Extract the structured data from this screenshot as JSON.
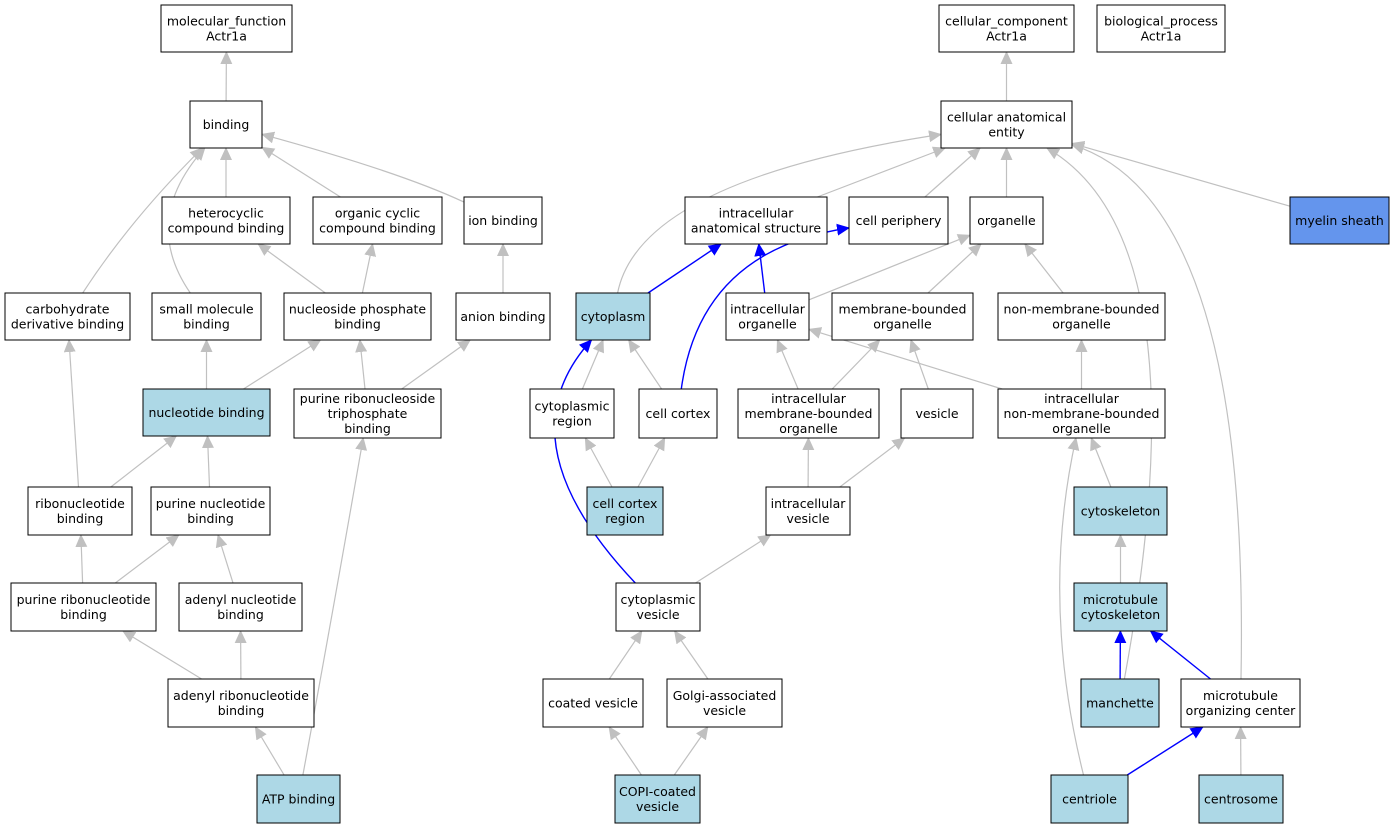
{
  "nodes": {
    "mf_root": {
      "lines": [
        "molecular_function",
        "Actr1a"
      ],
      "style": "plain"
    },
    "binding": {
      "lines": [
        "binding"
      ],
      "style": "plain"
    },
    "heterocyclic": {
      "lines": [
        "heterocyclic",
        "compound binding"
      ],
      "style": "plain"
    },
    "organic_cyclic": {
      "lines": [
        "organic cyclic",
        "compound binding"
      ],
      "style": "plain"
    },
    "ion_binding": {
      "lines": [
        "ion binding"
      ],
      "style": "plain"
    },
    "carb_deriv": {
      "lines": [
        "carbohydrate",
        "derivative binding"
      ],
      "style": "plain"
    },
    "small_mol": {
      "lines": [
        "small molecule",
        "binding"
      ],
      "style": "plain"
    },
    "nucleoside_phos": {
      "lines": [
        "nucleoside phosphate",
        "binding"
      ],
      "style": "plain"
    },
    "anion_binding": {
      "lines": [
        "anion binding"
      ],
      "style": "plain"
    },
    "nucleotide_binding": {
      "lines": [
        "nucleotide binding"
      ],
      "style": "light"
    },
    "purine_rnts": {
      "lines": [
        "purine ribonucleoside",
        "triphosphate",
        "binding"
      ],
      "style": "plain"
    },
    "ribonucleotide": {
      "lines": [
        "ribonucleotide",
        "binding"
      ],
      "style": "plain"
    },
    "purine_nucleotide": {
      "lines": [
        "purine nucleotide",
        "binding"
      ],
      "style": "plain"
    },
    "purine_ribonucleotide": {
      "lines": [
        "purine ribonucleotide",
        "binding"
      ],
      "style": "plain"
    },
    "adenyl_nucleotide": {
      "lines": [
        "adenyl nucleotide",
        "binding"
      ],
      "style": "plain"
    },
    "adenyl_ribonucleotide": {
      "lines": [
        "adenyl ribonucleotide",
        "binding"
      ],
      "style": "plain"
    },
    "atp_binding": {
      "lines": [
        "ATP binding"
      ],
      "style": "light"
    },
    "cc_root": {
      "lines": [
        "cellular_component",
        "Actr1a"
      ],
      "style": "plain"
    },
    "bp_root": {
      "lines": [
        "biological_process",
        "Actr1a"
      ],
      "style": "plain"
    },
    "cae": {
      "lines": [
        "cellular anatomical",
        "entity"
      ],
      "style": "plain"
    },
    "ias": {
      "lines": [
        "intracellular",
        "anatomical structure"
      ],
      "style": "plain"
    },
    "cell_periphery": {
      "lines": [
        "cell periphery"
      ],
      "style": "plain"
    },
    "organelle": {
      "lines": [
        "organelle"
      ],
      "style": "plain"
    },
    "myelin": {
      "lines": [
        "myelin sheath"
      ],
      "style": "dark"
    },
    "cytoplasm": {
      "lines": [
        "cytoplasm"
      ],
      "style": "light"
    },
    "intra_organelle": {
      "lines": [
        "intracellular",
        "organelle"
      ],
      "style": "plain"
    },
    "mb_organelle": {
      "lines": [
        "membrane-bounded",
        "organelle"
      ],
      "style": "plain"
    },
    "nmb_organelle": {
      "lines": [
        "non-membrane-bounded",
        "organelle"
      ],
      "style": "plain"
    },
    "cyto_region": {
      "lines": [
        "cytoplasmic",
        "region"
      ],
      "style": "plain"
    },
    "cell_cortex": {
      "lines": [
        "cell cortex"
      ],
      "style": "plain"
    },
    "intra_mb_organelle": {
      "lines": [
        "intracellular",
        "membrane-bounded",
        "organelle"
      ],
      "style": "plain"
    },
    "vesicle": {
      "lines": [
        "vesicle"
      ],
      "style": "plain"
    },
    "intra_nmb_organelle": {
      "lines": [
        "intracellular",
        "non-membrane-bounded",
        "organelle"
      ],
      "style": "plain"
    },
    "cell_cortex_region": {
      "lines": [
        "cell cortex",
        "region"
      ],
      "style": "light"
    },
    "intra_vesicle": {
      "lines": [
        "intracellular",
        "vesicle"
      ],
      "style": "plain"
    },
    "cytoskeleton": {
      "lines": [
        "cytoskeleton"
      ],
      "style": "light"
    },
    "mt_cytoskeleton": {
      "lines": [
        "microtubule",
        "cytoskeleton"
      ],
      "style": "light"
    },
    "cyto_vesicle": {
      "lines": [
        "cytoplasmic",
        "vesicle"
      ],
      "style": "plain"
    },
    "coated_vesicle": {
      "lines": [
        "coated vesicle"
      ],
      "style": "plain"
    },
    "golgi_vesicle": {
      "lines": [
        "Golgi-associated",
        "vesicle"
      ],
      "style": "plain"
    },
    "manchette": {
      "lines": [
        "manchette"
      ],
      "style": "light"
    },
    "mtoc": {
      "lines": [
        "microtubule",
        "organizing center"
      ],
      "style": "plain"
    },
    "copi_vesicle": {
      "lines": [
        "COPI-coated",
        "vesicle"
      ],
      "style": "light"
    },
    "centriole": {
      "lines": [
        "centriole"
      ],
      "style": "light"
    },
    "centrosome": {
      "lines": [
        "centrosome"
      ],
      "style": "light"
    }
  },
  "colors": {
    "plain_fill": "#ffffff",
    "light_fill": "#add8e6",
    "dark_fill": "#6495ed",
    "node_stroke": "#000000",
    "edge_gray": "#c0c0c0",
    "edge_blue": "#0000ff"
  }
}
